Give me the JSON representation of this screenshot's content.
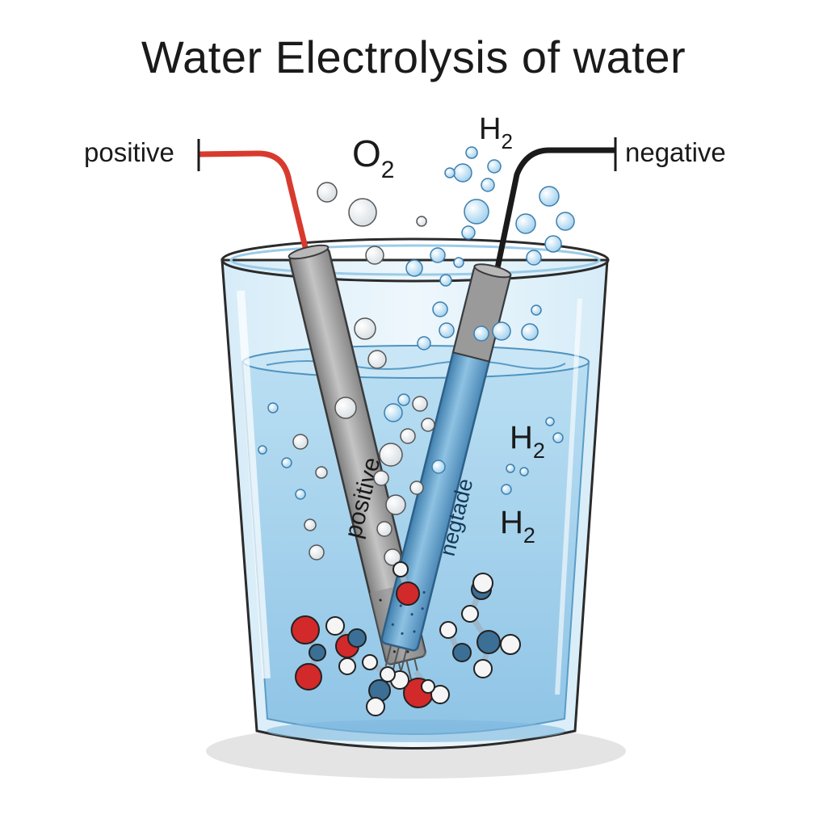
{
  "title": "Water Electrolysis of water",
  "terminals": {
    "positive_label": "positive",
    "negative_label": "negative"
  },
  "electrodes": {
    "anode_label": "positive",
    "cathode_label": "negtade"
  },
  "gas_labels": {
    "oxygen": {
      "main": "O",
      "sub": "2"
    },
    "hydrogen_top": {
      "main": "H",
      "sub": "2"
    },
    "hydrogen_mid": {
      "main": "H",
      "sub": "2"
    },
    "hydrogen_low": {
      "main": "H",
      "sub": "2"
    }
  },
  "colors": {
    "positive_wire": "#d83a2e",
    "negative_wire": "#1a1a1a",
    "water": "#a9d3ec",
    "anode": "#9c9c9c",
    "cathode": "#5f9fcb",
    "oxygen_atom": "#d2292b",
    "hydrogen_atom": "#f5f5f5"
  }
}
